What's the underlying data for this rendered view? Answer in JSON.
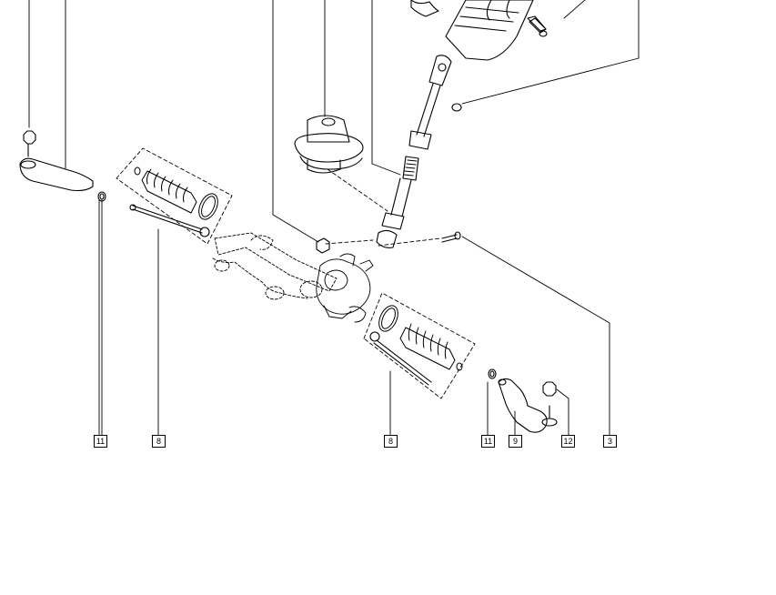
{
  "callouts": {
    "c1": "11",
    "c2": "8",
    "c3": "8",
    "c4": "11",
    "c5": "9",
    "c6": "12",
    "c7": "3"
  },
  "colors": {
    "line": "#000000",
    "background": "#ffffff"
  }
}
